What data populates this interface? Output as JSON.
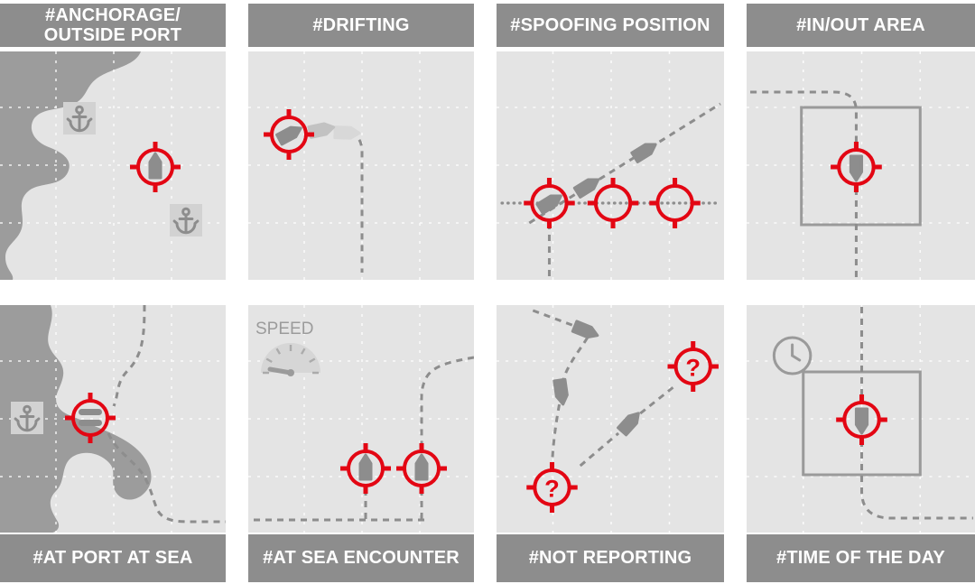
{
  "colors": {
    "accent_red": "#e30613",
    "label_bar_bg": "#8d8d8d",
    "label_text": "#ffffff",
    "panel_bg": "#e4e4e4",
    "land": "#9c9c9c",
    "track_gray": "#8d8d8d"
  },
  "panels": [
    {
      "id": "anchorage-outside-port",
      "label_lines": [
        "#ANCHORAGE/",
        "OUTSIDE PORT"
      ]
    },
    {
      "id": "drifting",
      "label_lines": [
        "#DRIFTING"
      ]
    },
    {
      "id": "spoofing-position",
      "label_lines": [
        "#SPOOFING POSITION"
      ]
    },
    {
      "id": "in-out-area",
      "label_lines": [
        "#IN/OUT AREA"
      ]
    },
    {
      "id": "at-port-at-sea",
      "label_lines": [
        "#AT PORT AT SEA"
      ]
    },
    {
      "id": "at-sea-encounter",
      "label_lines": [
        "#AT SEA ENCOUNTER"
      ],
      "speed_label": "SPEED"
    },
    {
      "id": "not-reporting",
      "label_lines": [
        "#NOT REPORTING"
      ],
      "question_mark": "?"
    },
    {
      "id": "time-of-the-day",
      "label_lines": [
        "#TIME OF THE DAY"
      ]
    }
  ]
}
